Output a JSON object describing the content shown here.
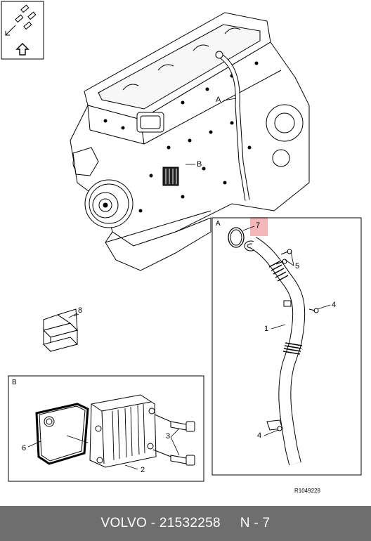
{
  "callouts": {
    "c1": "1",
    "c2": "2",
    "c3": "3",
    "c4a": "4",
    "c4b": "4",
    "c5": "5",
    "c6": "6",
    "c7": "7",
    "c8": "8",
    "engine_a": "A",
    "engine_b": "B"
  },
  "boxes": {
    "detail_a_letter": "A",
    "detail_b_letter": "B"
  },
  "reference": "R1049228",
  "footer": {
    "brand": "VOLVO",
    "sep": " - ",
    "part_number": "21532258",
    "gap": "     ",
    "position": "N - 7"
  },
  "colors": {
    "footer_bg": "#6e6e6e",
    "highlight": "#f3b7b7"
  },
  "icons": {
    "top_left": "exploded-view-arrow-icon"
  }
}
